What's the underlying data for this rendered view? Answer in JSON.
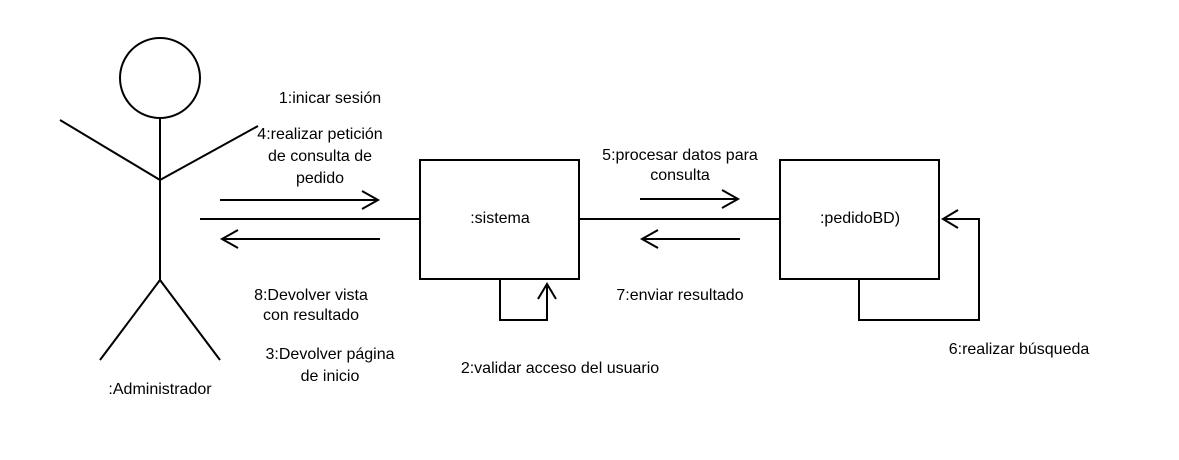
{
  "actor": {
    "name": ":Administrador"
  },
  "objects": {
    "sistema": ":sistema",
    "pedido": ":pedidoBD)"
  },
  "messages": {
    "m1": "1:inicar sesión",
    "m4_l1": "4:realizar petición",
    "m4_l2": "de consulta de",
    "m4_l3": "pedido",
    "m8_l1": "8:Devolver vista",
    "m8_l2": "con resultado",
    "m3_l1": "3:Devolver página",
    "m3_l2": "de inicio",
    "m2": "2:validar acceso del usuario",
    "m5_l1": "5:procesar datos para",
    "m5_l2": "consulta",
    "m7": "7:enviar resultado",
    "m6": "6:realizar búsqueda"
  }
}
